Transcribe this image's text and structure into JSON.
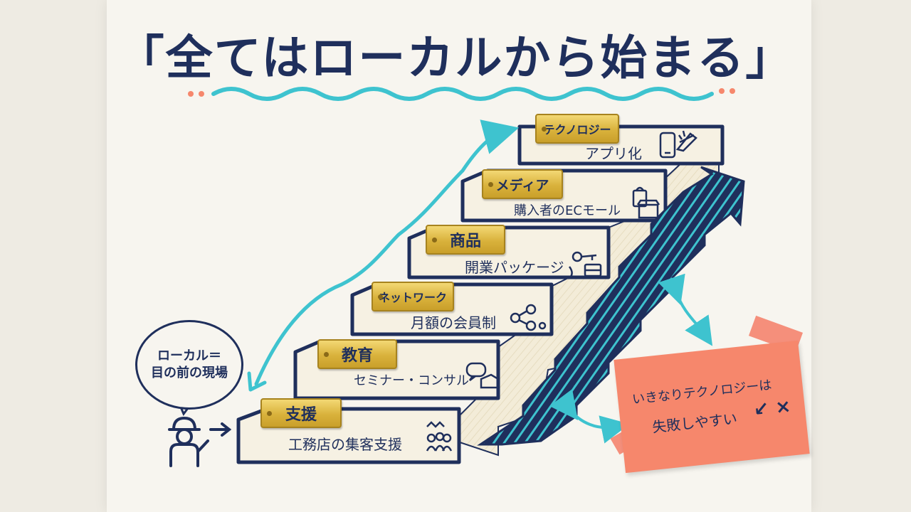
{
  "title": "「全てはローカルから始まる」",
  "steps": [
    {
      "tag": "支援",
      "text": "工務店の集客支援",
      "icon": "team-icon"
    },
    {
      "tag": "教育",
      "text": "セミナー・コンサル",
      "icon": "chat-icon"
    },
    {
      "tag": "ネットワーク",
      "text": "月額の会員制",
      "icon": "network-icon"
    },
    {
      "tag": "商品",
      "text": "開業パッケージ",
      "icon": "key-icon"
    },
    {
      "tag": "メディア",
      "text": "購入者のECモール",
      "icon": "shop-icon"
    },
    {
      "tag": "テクノロジー",
      "text": "アプリ化",
      "icon": "phone-icon"
    }
  ],
  "bubble": {
    "line1": "ローカル＝",
    "line2": "目の前の現場"
  },
  "note": {
    "line1": "いきなりテクノロジーは",
    "line2": "失敗しやすい",
    "mark": "↙ ×"
  },
  "colors": {
    "navy": "#1f2f5c",
    "teal": "#3ec3cf",
    "gold": "#d9b23c",
    "coral": "#f6876c",
    "step_fill": "#f3ecd8"
  }
}
